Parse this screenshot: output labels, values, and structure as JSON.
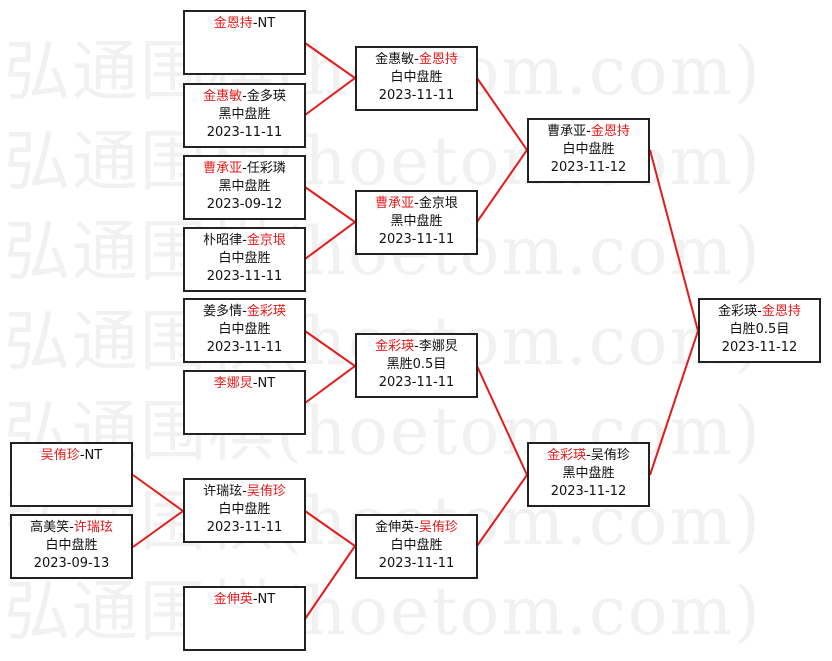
{
  "watermark": "弘通围棋(hoetom.com)",
  "separator": "-",
  "colors": {
    "winner": "#e41b1b",
    "line": "#e41b1b",
    "border": "#222222"
  },
  "matches": [
    {
      "black": "金恩持",
      "white": "NT",
      "winner": "black"
    },
    {
      "black": "金惠敏",
      "white": "金多瑛",
      "winner": "black",
      "result": "黑中盘胜",
      "date": "2023-11-11"
    },
    {
      "black": "曹承亚",
      "white": "任彩璘",
      "winner": "black",
      "result": "黑中盘胜",
      "date": "2023-09-12"
    },
    {
      "black": "朴昭律",
      "white": "金京垠",
      "winner": "white",
      "result": "白中盘胜",
      "date": "2023-11-11"
    },
    {
      "black": "姜多情",
      "white": "金彩瑛",
      "winner": "white",
      "result": "白中盘胜",
      "date": "2023-11-11"
    },
    {
      "black": "李娜炅",
      "white": "NT",
      "winner": "black"
    },
    {
      "black": "许瑞玹",
      "white": "吴侑珍",
      "winner": "white",
      "result": "白中盘胜",
      "date": "2023-11-11"
    },
    {
      "black": "金伸英",
      "white": "NT",
      "winner": "black"
    },
    {
      "black": "吴侑珍",
      "white": "NT",
      "winner": "black"
    },
    {
      "black": "高美笑",
      "white": "许瑞玹",
      "winner": "white",
      "result": "白中盘胜",
      "date": "2023-09-13"
    },
    {
      "black": "金惠敏",
      "white": "金恩持",
      "winner": "white",
      "result": "白中盘胜",
      "date": "2023-11-11"
    },
    {
      "black": "曹承亚",
      "white": "金京垠",
      "winner": "black",
      "result": "黑中盘胜",
      "date": "2023-11-11"
    },
    {
      "black": "金彩瑛",
      "white": "李娜炅",
      "winner": "black",
      "result": "黑胜0.5目",
      "date": "2023-11-11"
    },
    {
      "black": "金伸英",
      "white": "吴侑珍",
      "winner": "white",
      "result": "白中盘胜",
      "date": "2023-11-11"
    },
    {
      "black": "曹承亚",
      "white": "金恩持",
      "winner": "white",
      "result": "白中盘胜",
      "date": "2023-11-12"
    },
    {
      "black": "金彩瑛",
      "white": "吴侑珍",
      "winner": "black",
      "result": "黑中盘胜",
      "date": "2023-11-12"
    },
    {
      "black": "金彩瑛",
      "white": "金恩持",
      "winner": "white",
      "result": "白胜0.5目",
      "date": "2023-11-12"
    }
  ]
}
